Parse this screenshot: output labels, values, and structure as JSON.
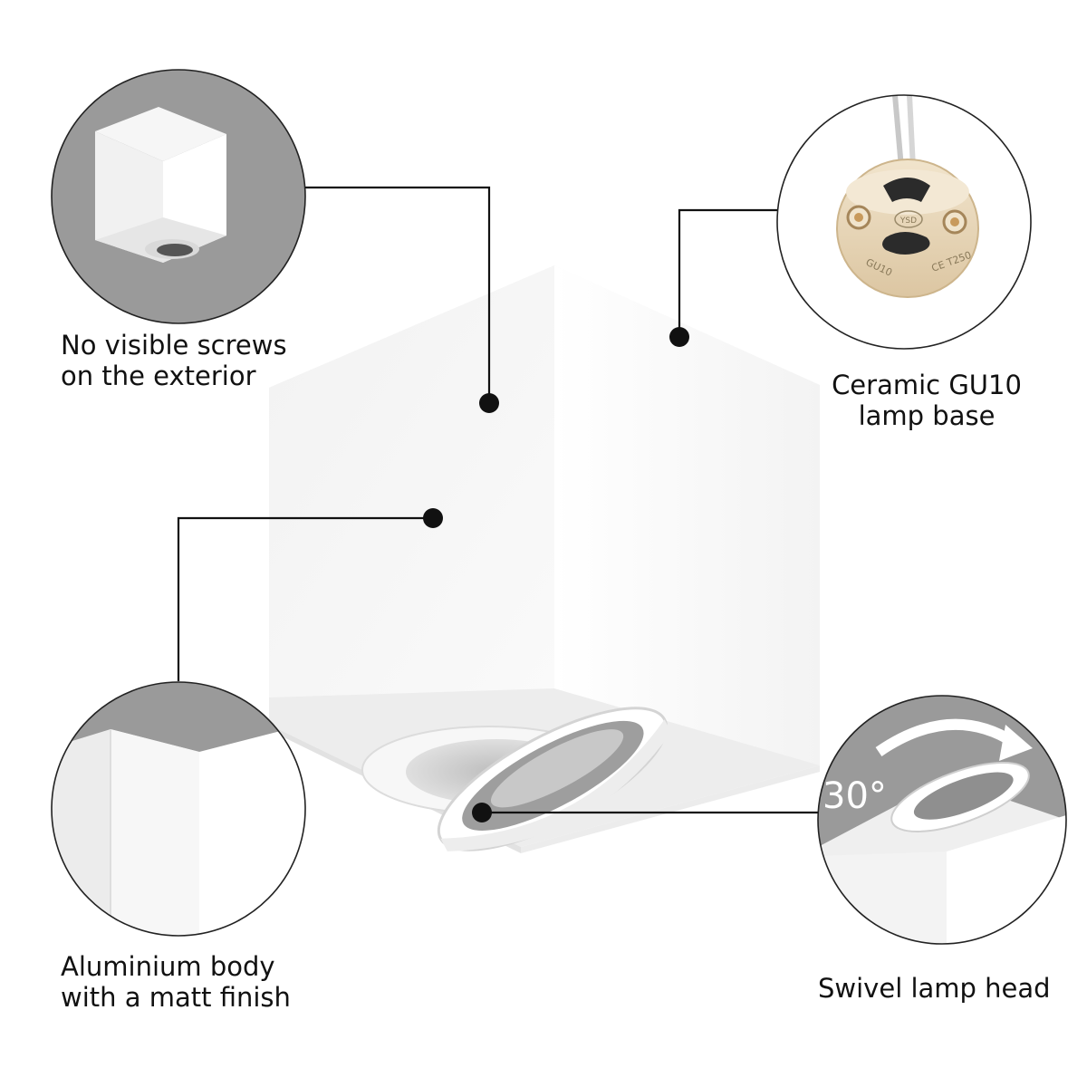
{
  "callouts": {
    "screws": {
      "line1": "No visible screws",
      "line2": "on the exterior"
    },
    "ceramic": {
      "line1": "Ceramic GU10",
      "line2": "lamp base"
    },
    "aluminium": {
      "line1": "Aluminium body",
      "line2": "with a matt finish"
    },
    "swivel": {
      "line1": "Swivel lamp head"
    }
  },
  "socket_marks": {
    "brand": "YSD",
    "type": "GU10",
    "cert": "CE T250"
  },
  "swivel_angle": "30°",
  "colors": {
    "background": "#ffffff",
    "lamp_body": "#f4f4f4",
    "zoom_background": "#9a9a9a",
    "ceramic": "#e9d8bc",
    "leader_line": "#111111"
  }
}
